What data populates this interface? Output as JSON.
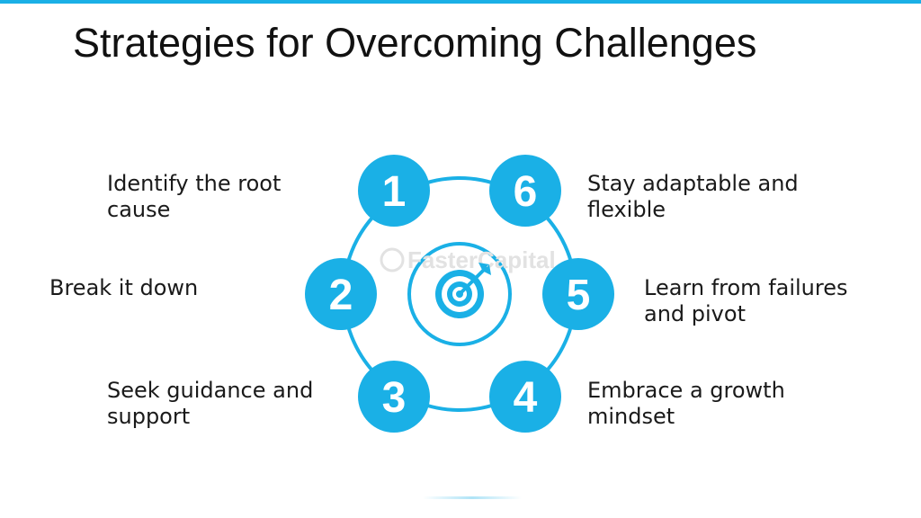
{
  "title": "Strategies for Overcoming Challenges",
  "watermark": "FasterCapital",
  "colors": {
    "accent": "#1ab0e6",
    "ring": "#1ab0e6",
    "text": "#1a1a1a"
  },
  "steps": [
    {
      "number": "1",
      "line1": "Identify the root",
      "line2": "cause"
    },
    {
      "number": "2",
      "line1": "Break it down",
      "line2": ""
    },
    {
      "number": "3",
      "line1": "Seek guidance and",
      "line2": "support"
    },
    {
      "number": "4",
      "line1": "Embrace a growth",
      "line2": "mindset"
    },
    {
      "number": "5",
      "line1": "Learn from failures",
      "line2": "and pivot"
    },
    {
      "number": "6",
      "line1": "Stay adaptable and",
      "line2": "flexible"
    }
  ],
  "center_icon": "target-icon"
}
